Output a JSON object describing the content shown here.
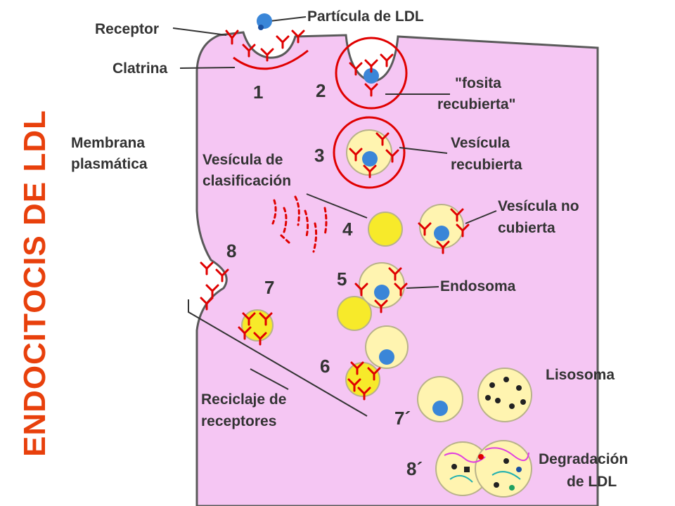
{
  "title": "ENDOCITOCIS DE LDL",
  "labels": {
    "receptor": "Receptor",
    "ldl": "Partícula de LDL",
    "clatrina": "Clatrina",
    "fosita_1": "\"fosita",
    "fosita_2": "recubierta\"",
    "membrana_1": "Membrana",
    "membrana_2": "plasmática",
    "ves_rec_1": "Vesícula",
    "ves_rec_2": "recubierta",
    "ves_clas_1": "Vesícula de",
    "ves_clas_2": "clasificación",
    "ves_nocub_1": "Vesícula no",
    "ves_nocub_2": "cubierta",
    "endosoma": "Endosoma",
    "lisosoma": "Lisosoma",
    "reciclaje_1": "Reciclaje de",
    "reciclaje_2": "receptores",
    "degradacion_1": "Degradación",
    "degradacion_2": "de LDL"
  },
  "steps": {
    "s1": "1",
    "s2": "2",
    "s3": "3",
    "s4": "4",
    "s5": "5",
    "s6": "6",
    "s7": "7",
    "s7b": "7´",
    "s8": "8",
    "s8b": "8´"
  },
  "colors": {
    "cytoplasm": "#f5c6f3",
    "vesicle": "#fff4b0",
    "yellow_vesicle": "#f7ea2a",
    "ldl": "#3a86d8",
    "receptor": "#e00000",
    "title": "#e8400c"
  }
}
